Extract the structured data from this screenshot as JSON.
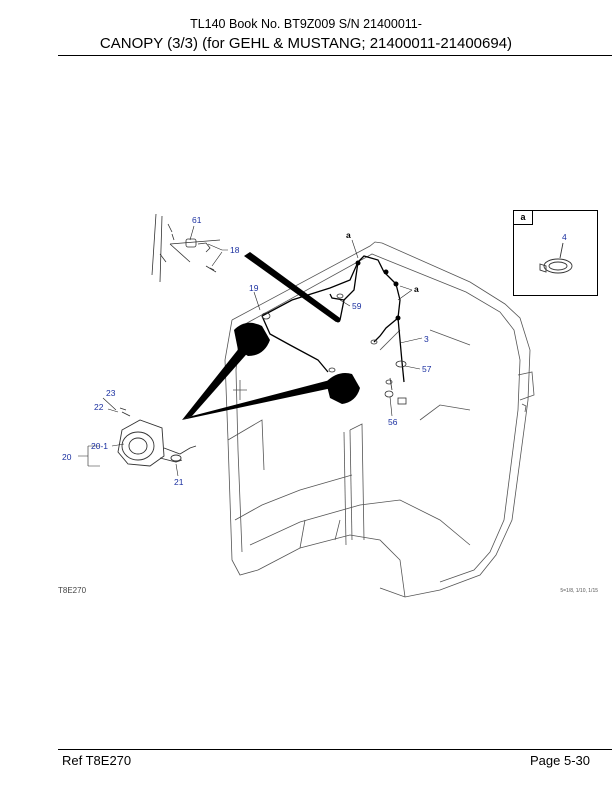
{
  "header": {
    "line1": "TL140  Book No. BT9Z009  S/N 21400011-",
    "line2": "CANOPY (3/3) (for GEHL & MUSTANG; 21400011-21400694)"
  },
  "figure": {
    "code": "T8E270",
    "small_code": "5=1/8, 1/10, 1/15",
    "inset_tag": "a",
    "callouts": {
      "c61": "61",
      "c18": "18",
      "c19": "19",
      "c59": "59",
      "c3": "3",
      "c57": "57",
      "c56": "56",
      "c23": "23",
      "c22": "22",
      "c20": "20",
      "c20_1": "20-1",
      "c21": "21",
      "c4": "4",
      "ref_a1": "a",
      "ref_a2": "a"
    }
  },
  "footer": {
    "ref": "Ref   T8E270",
    "page": "Page   5-30"
  }
}
